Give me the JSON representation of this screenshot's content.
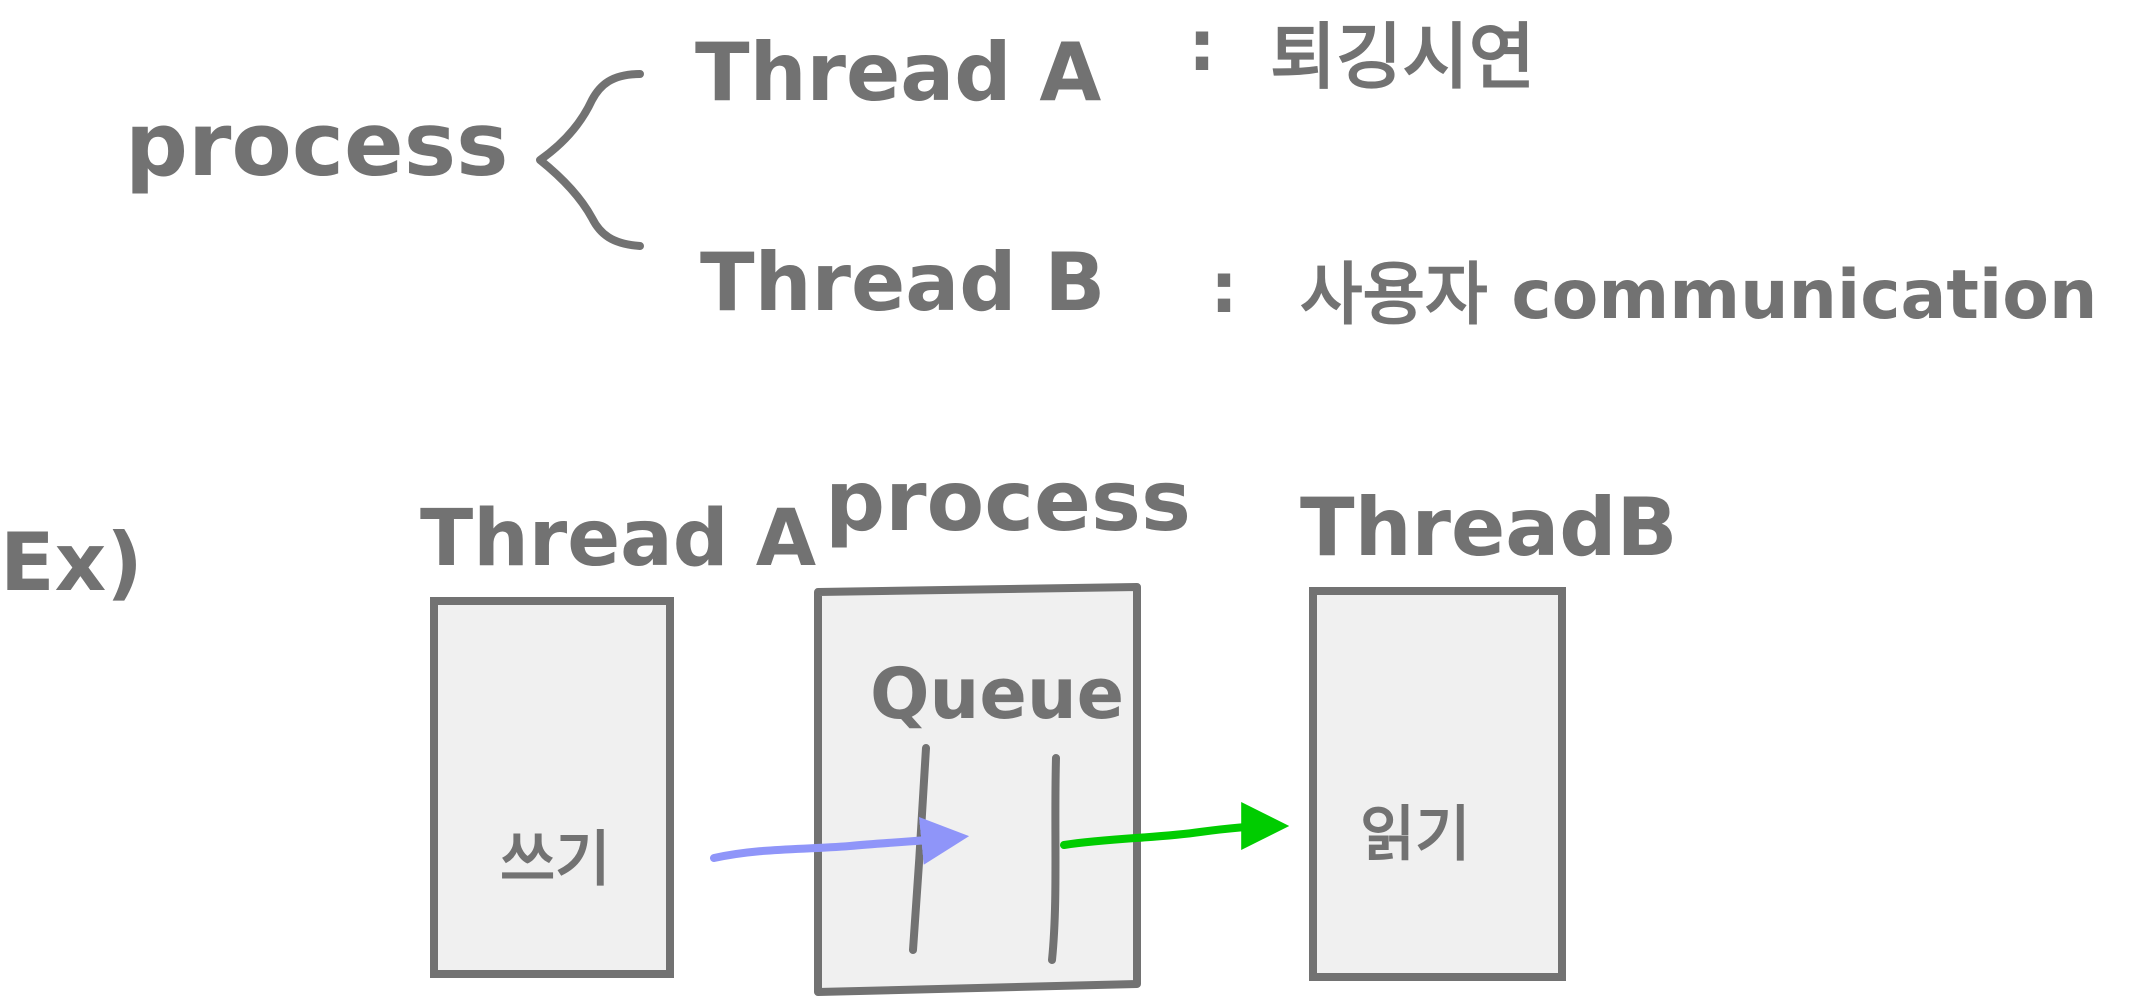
{
  "colors": {
    "ink": "#727272",
    "box_fill": "#f0f0f0",
    "write_arrow": "#8f95f9",
    "read_arrow": "#00cc00"
  },
  "top": {
    "process_label": "process",
    "thread_a_label": "Thread A",
    "thread_a_colon": ":",
    "thread_a_role": "퇴깅시연",
    "thread_b_label": "Thread B",
    "thread_b_colon": ":",
    "thread_b_role": "사용자 communication"
  },
  "example": {
    "ex_label": "Ex)",
    "thread_a_label": "Thread A",
    "process_label": "process",
    "thread_b_label": "ThreadB",
    "queue_label": "Queue",
    "write_label": "쓰기",
    "read_label": "읽기"
  }
}
